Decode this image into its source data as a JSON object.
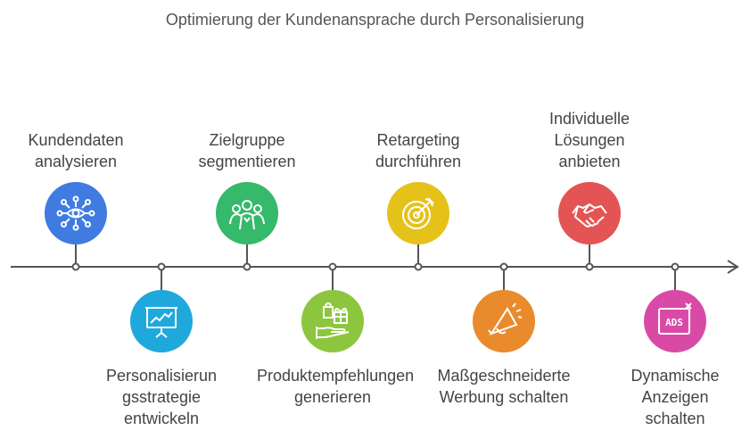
{
  "title": "Optimierung der Kundenansprache durch Personalisierung",
  "steps": [
    {
      "label": "Kundendaten\nanalysieren",
      "color": "#3f7be0",
      "icon": "network-eye-icon",
      "position": "above"
    },
    {
      "label": "Personalisierun\ngsstrategie\nentwickeln",
      "color": "#1fa8dc",
      "icon": "presentation-chart-icon",
      "position": "below"
    },
    {
      "label": "Zielgruppe\nsegmentieren",
      "color": "#35b96a",
      "icon": "user-group-icon",
      "position": "above"
    },
    {
      "label": "Produktempfehlungen\ngenerieren",
      "color": "#8cc63f",
      "icon": "gift-hand-icon",
      "position": "below"
    },
    {
      "label": "Retargeting\ndurchführen",
      "color": "#e5c21a",
      "icon": "target-arrow-icon",
      "position": "above"
    },
    {
      "label": "Maßgeschneiderte\nWerbung schalten",
      "color": "#e98b2c",
      "icon": "megaphone-icon",
      "position": "below"
    },
    {
      "label": "Individuelle\nLösungen\nanbieten",
      "color": "#e45454",
      "icon": "handshake-icon",
      "position": "above"
    },
    {
      "label": "Dynamische\nAnzeigen\nschalten",
      "color": "#d94aa6",
      "icon": "ads-window-icon",
      "position": "below"
    }
  ],
  "line_color": "#555555"
}
